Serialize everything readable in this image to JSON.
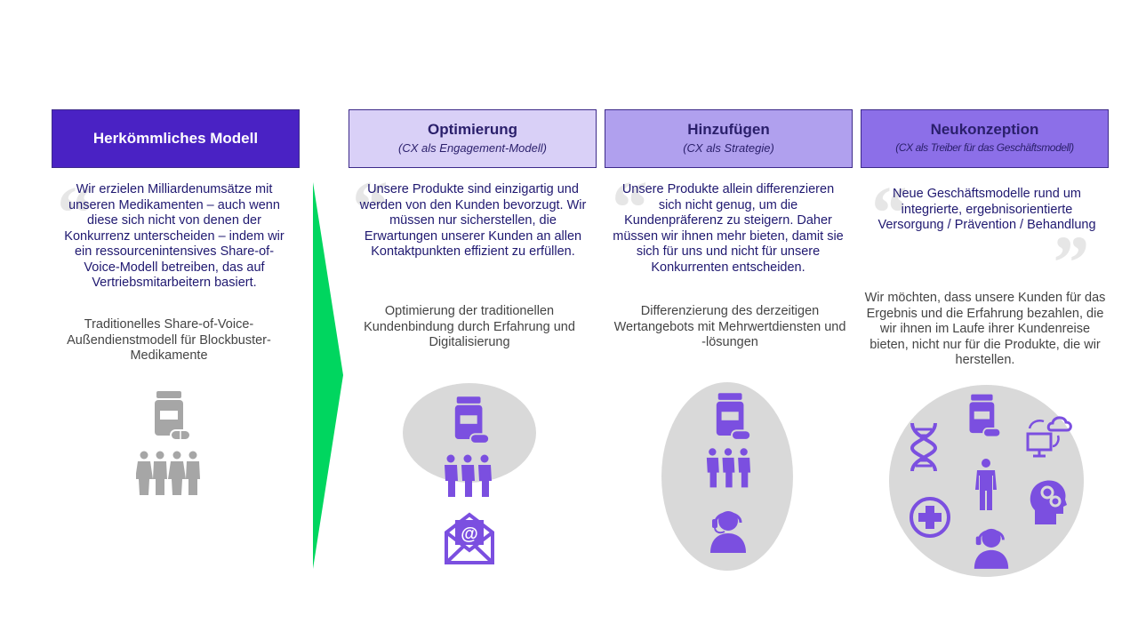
{
  "columns": [
    {
      "title": "Herkömmliches Modell",
      "subtitle": "",
      "quote": "Wir erzielen Milliardenumsätze mit unseren Medikamenten – auch wenn diese sich nicht von denen der Konkurrenz unterscheiden – indem wir ein ressourcenintensives Share-of-Voice-Modell betreiben, das auf Vertriebsmitarbeitern basiert.",
      "description": "Traditionelles Share-of-Voice-Außendienstmodell für Blockbuster-Medikamente"
    },
    {
      "title": "Optimierung",
      "subtitle": "(CX als Engagement-Modell)",
      "quote": "Unsere Produkte sind einzigartig und werden von den Kunden bevorzugt. Wir müssen nur sicherstellen, die Erwartungen unserer Kunden an allen Kontaktpunkten effizient zu erfüllen.",
      "description": "Optimierung der traditionellen Kundenbindung durch Erfahrung und Digitalisierung"
    },
    {
      "title": "Hinzufügen",
      "subtitle": "(CX als Strategie)",
      "quote": "Unsere Produkte allein differenzieren sich nicht genug, um die Kundenpräferenz zu steigern. Daher müssen wir ihnen mehr bieten, damit sie sich für uns und nicht für unsere Konkurrenten entscheiden.",
      "description": "Differenzierung des derzeitigen Wertangebots mit Mehrwertdiensten und -lösungen"
    },
    {
      "title": "Neukonzeption",
      "subtitle": "(CX als Treiber für das Geschäftsmodell)",
      "quote": "Neue Geschäftsmodelle rund um integrierte, ergebnisorientierte Versorgung / Prävention / Behandlung",
      "description": "Wir möchten, dass unsere Kunden für das Ergebnis und die Erfahrung bezahlen, die wir ihnen im Laufe ihrer Kundenreise bieten, nicht nur für die Produkte, die wir herstellen."
    }
  ],
  "colors": {
    "header_dark": "#4a22c4",
    "header_light": "#d9d0f7",
    "header_mid": "#b0a0ee",
    "header_strong": "#8c6fe8",
    "icon_purple": "#7b4fe0",
    "icon_gray": "#a6a6a6",
    "arrow_green": "#00d65f"
  },
  "icons": [
    "pill-bottle-icon",
    "people-group-icon",
    "email-icon",
    "call-center-agent-icon",
    "dna-icon",
    "person-icon",
    "cloud-computer-icon",
    "medical-cross-icon",
    "brain-gears-icon"
  ]
}
